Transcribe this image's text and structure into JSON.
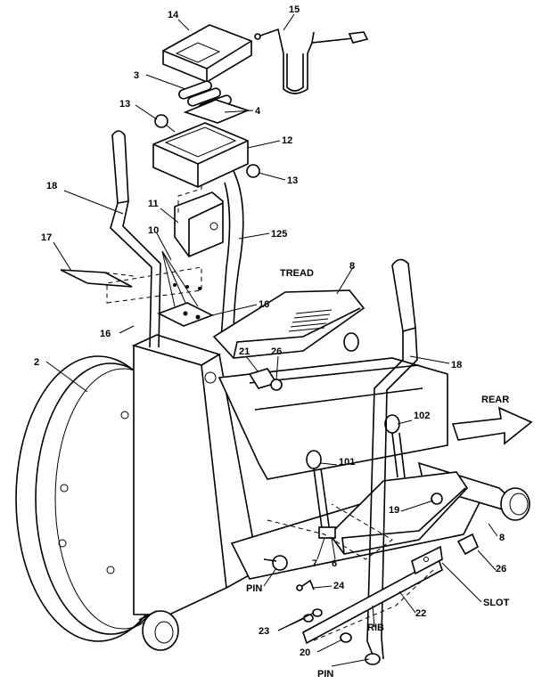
{
  "callouts": [
    {
      "id": "c14",
      "text": "14"
    },
    {
      "id": "c15",
      "text": "15"
    },
    {
      "id": "c3",
      "text": "3"
    },
    {
      "id": "c13a",
      "text": "13"
    },
    {
      "id": "c4",
      "text": "4"
    },
    {
      "id": "c12",
      "text": "12"
    },
    {
      "id": "c13b",
      "text": "13"
    },
    {
      "id": "c18a",
      "text": "18"
    },
    {
      "id": "c11",
      "text": "11"
    },
    {
      "id": "c10",
      "text": "10"
    },
    {
      "id": "c125",
      "text": "125"
    },
    {
      "id": "c17",
      "text": "17"
    },
    {
      "id": "cTread",
      "text": "TREAD"
    },
    {
      "id": "c8a",
      "text": "8"
    },
    {
      "id": "c16a",
      "text": "16"
    },
    {
      "id": "c16b",
      "text": "16"
    },
    {
      "id": "c2",
      "text": "2"
    },
    {
      "id": "c21",
      "text": "21"
    },
    {
      "id": "c26a",
      "text": "26"
    },
    {
      "id": "c18b",
      "text": "18"
    },
    {
      "id": "cRear",
      "text": "REAR"
    },
    {
      "id": "c102",
      "text": "102"
    },
    {
      "id": "c101",
      "text": "101"
    },
    {
      "id": "c19",
      "text": "19"
    },
    {
      "id": "c8b",
      "text": "8"
    },
    {
      "id": "c7",
      "text": "7"
    },
    {
      "id": "c6",
      "text": "6"
    },
    {
      "id": "c26b",
      "text": "26"
    },
    {
      "id": "cPin1",
      "text": "PIN"
    },
    {
      "id": "c24",
      "text": "24"
    },
    {
      "id": "cSlot",
      "text": "SLOT"
    },
    {
      "id": "c22",
      "text": "22"
    },
    {
      "id": "c23",
      "text": "23"
    },
    {
      "id": "cRib",
      "text": "RIB"
    },
    {
      "id": "c20",
      "text": "20"
    },
    {
      "id": "cPin2",
      "text": "PIN"
    }
  ]
}
